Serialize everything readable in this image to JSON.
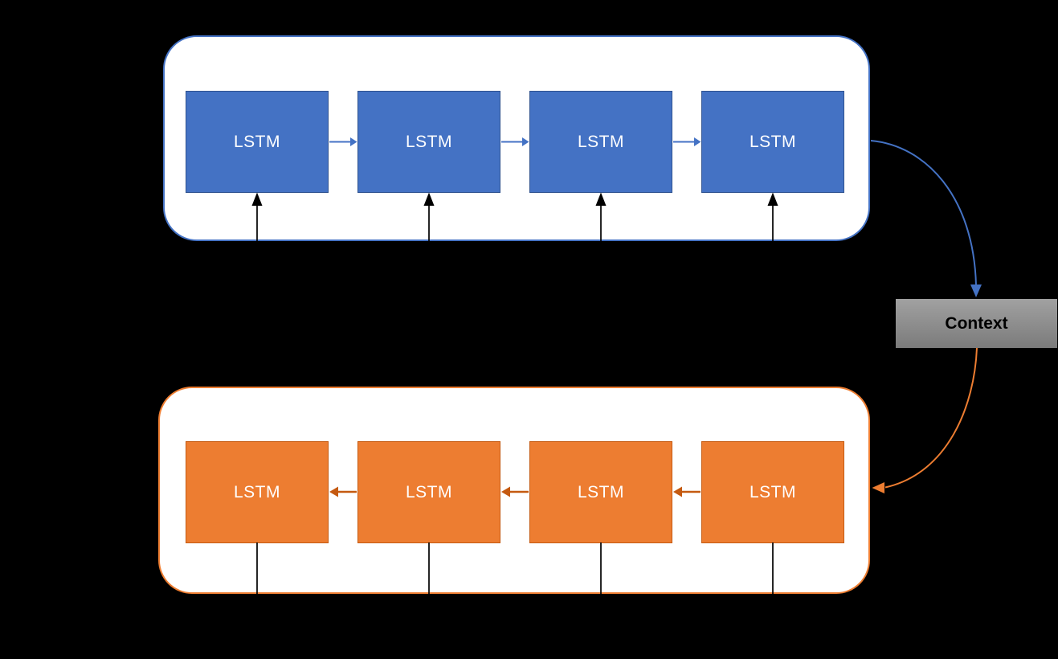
{
  "colors": {
    "background": "#000000",
    "encoder-accent": "#4472C4",
    "encoder-fill": "#4472C4",
    "encoder-box-border": "#2F528F",
    "decoder-accent": "#ED7D31",
    "decoder-fill": "#ED7D31",
    "decoder-box-border": "#C55A11",
    "decoder-arrow": "#C55A11",
    "context-fill-top": "#A1A1A1",
    "context-fill-bottom": "#7B7B7B",
    "context-text": "#000000",
    "io-color": "#000000"
  },
  "encoder": {
    "boxes": [
      {
        "label": "LSTM"
      },
      {
        "label": "LSTM"
      },
      {
        "label": "LSTM"
      },
      {
        "label": "LSTM"
      }
    ]
  },
  "decoder": {
    "boxes": [
      {
        "label": "LSTM"
      },
      {
        "label": "LSTM"
      },
      {
        "label": "LSTM"
      },
      {
        "label": "LSTM"
      }
    ]
  },
  "context": {
    "label": "Context"
  }
}
